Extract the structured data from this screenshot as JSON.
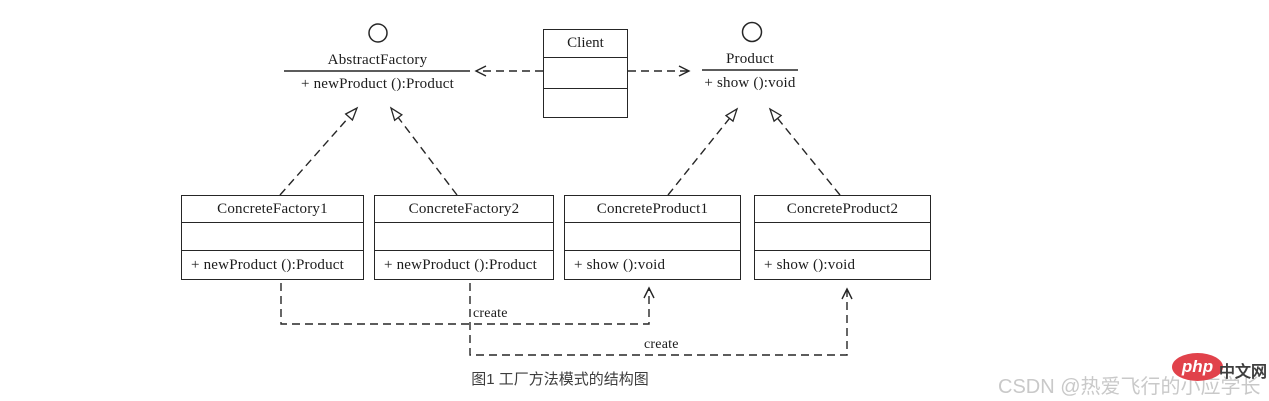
{
  "interfaces": {
    "left": {
      "label": "AbstractFactory",
      "method": "+ newProduct ():Product"
    },
    "right": {
      "label": "Product",
      "method": "+ show ():void"
    }
  },
  "client": {
    "title": "Client"
  },
  "classes": [
    {
      "title": "ConcreteFactory1",
      "method": "+ newProduct ():Product"
    },
    {
      "title": "ConcreteFactory2",
      "method": "+ newProduct ():Product"
    },
    {
      "title": "ConcreteProduct1",
      "method": "+ show ():void"
    },
    {
      "title": "ConcreteProduct2",
      "method": "+ show ():void"
    }
  ],
  "relations": {
    "create_labels": [
      "create",
      "create"
    ]
  },
  "caption": "图1 工厂方法模式的结构图",
  "watermark": {
    "text": "CSDN @热爱飞行的小应学长",
    "logo": "php",
    "site": "中文网"
  },
  "colors": {
    "line": "#262626",
    "caption": "#3d3d3d",
    "watermark_text": "#c9c9c9",
    "logo_bg": "#e1424b",
    "site_text": "#3e3e3e"
  }
}
